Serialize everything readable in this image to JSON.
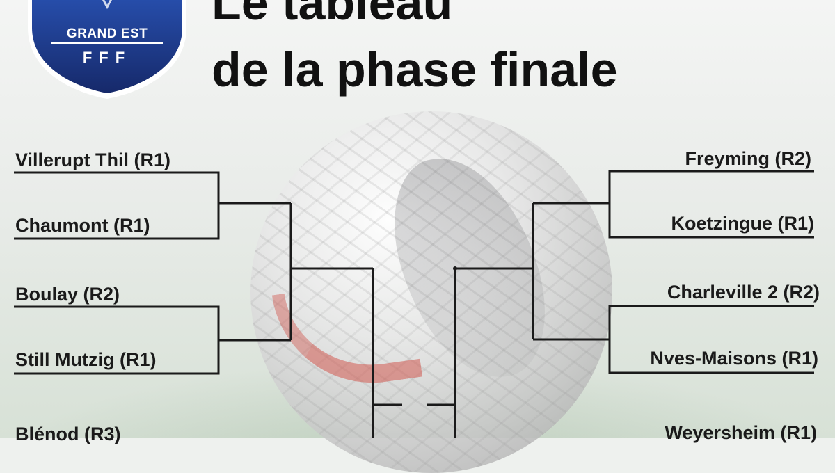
{
  "logo": {
    "region": "GRAND EST",
    "federation": "FFF"
  },
  "title": {
    "line1": "Le tableau",
    "line2": "de la phase finale"
  },
  "bracket": {
    "left_teams": [
      "Villerupt Thil (R1)",
      "Chaumont (R1)",
      "Boulay (R2)",
      "Still Mutzig (R1)",
      "Blénod (R3)"
    ],
    "right_teams": [
      "Freyming (R2)",
      "Koetzingue (R1)",
      "Charleville 2  (R2)",
      "Nves-Maisons (R1)",
      "Weyersheim (R1)"
    ]
  },
  "colors": {
    "line": "#1a1a1a",
    "logo_blue": "#1f3f8f",
    "logo_dark": "#16296a"
  }
}
